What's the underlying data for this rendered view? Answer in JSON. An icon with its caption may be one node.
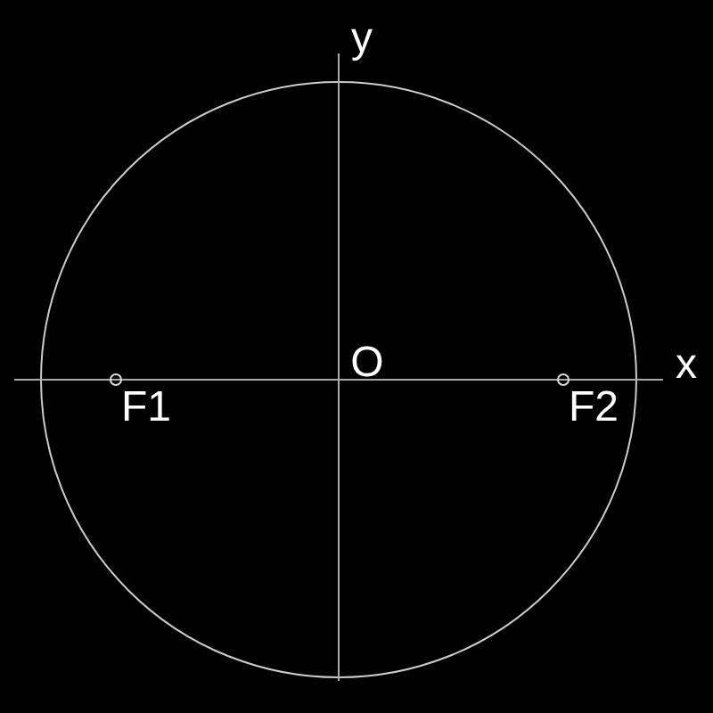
{
  "diagram": {
    "labels": [
      "y",
      "O",
      "x",
      "F1",
      "F2"
    ]
  }
}
